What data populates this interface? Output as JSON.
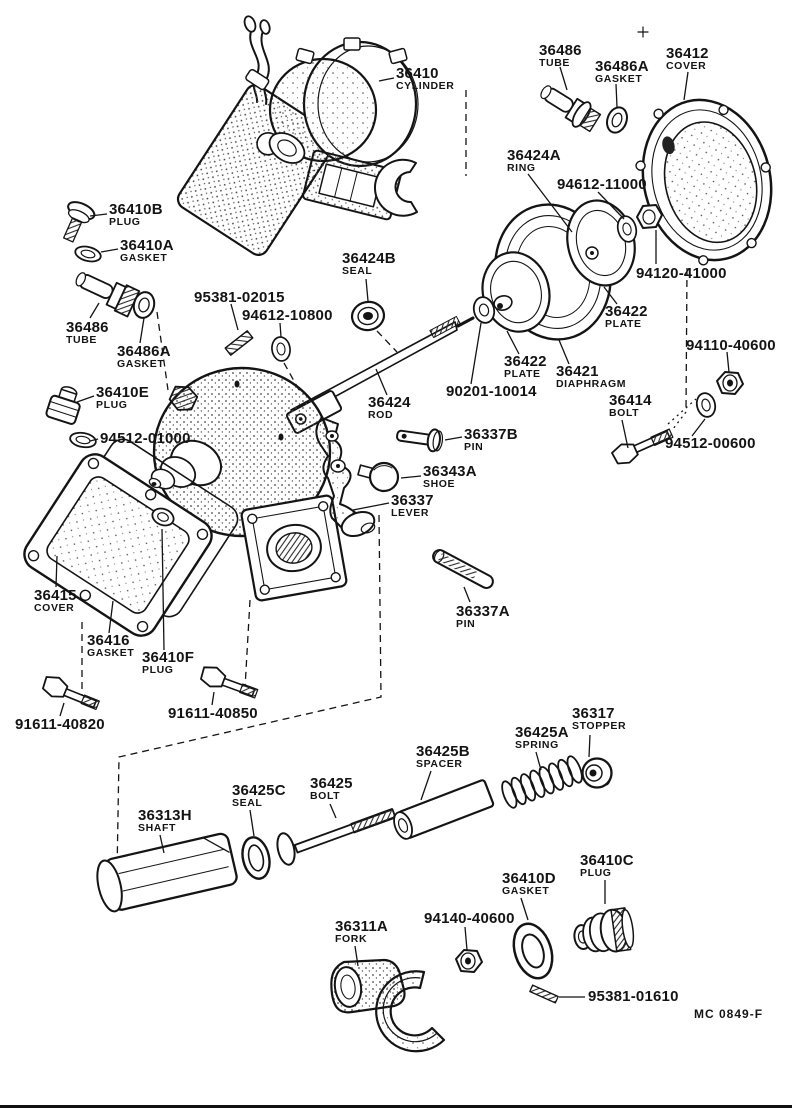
{
  "figure": {
    "code": "MC 0849-F"
  },
  "colors": {
    "ink": "#141414",
    "background": "#ffffff"
  },
  "parts": [
    {
      "part_number": "36410",
      "part_name": "CYLINDER"
    },
    {
      "part_number": "36486",
      "part_name": "TUBE"
    },
    {
      "part_number": "36486A",
      "part_name": "GASKET"
    },
    {
      "part_number": "36412",
      "part_name": "COVER"
    },
    {
      "part_number": "36424A",
      "part_name": "RING"
    },
    {
      "part_number": "94612-11000",
      "part_name": ""
    },
    {
      "part_number": "94120-41000",
      "part_name": ""
    },
    {
      "part_number": "36410B",
      "part_name": "PLUG"
    },
    {
      "part_number": "36410A",
      "part_name": "GASKET"
    },
    {
      "part_number": "36486",
      "part_name": "TUBE"
    },
    {
      "part_number": "36486A",
      "part_name": "GASKET"
    },
    {
      "part_number": "95381-02015",
      "part_name": ""
    },
    {
      "part_number": "94612-10800",
      "part_name": ""
    },
    {
      "part_number": "36424B",
      "part_name": "SEAL"
    },
    {
      "part_number": "36410E",
      "part_name": "PLUG"
    },
    {
      "part_number": "94512-01000",
      "part_name": ""
    },
    {
      "part_number": "36424",
      "part_name": "ROD"
    },
    {
      "part_number": "90201-10014",
      "part_name": ""
    },
    {
      "part_number": "36422",
      "part_name": "PLATE"
    },
    {
      "part_number": "36421",
      "part_name": "DIAPHRAGM"
    },
    {
      "part_number": "36422",
      "part_name": "PLATE"
    },
    {
      "part_number": "94110-40600",
      "part_name": ""
    },
    {
      "part_number": "36414",
      "part_name": "BOLT"
    },
    {
      "part_number": "94512-00600",
      "part_name": ""
    },
    {
      "part_number": "36337B",
      "part_name": "PIN"
    },
    {
      "part_number": "36343A",
      "part_name": "SHOE"
    },
    {
      "part_number": "36337",
      "part_name": "LEVER"
    },
    {
      "part_number": "36337A",
      "part_name": "PIN"
    },
    {
      "part_number": "36415",
      "part_name": "COVER"
    },
    {
      "part_number": "36416",
      "part_name": "GASKET"
    },
    {
      "part_number": "36410F",
      "part_name": "PLUG"
    },
    {
      "part_number": "91611-40820",
      "part_name": ""
    },
    {
      "part_number": "91611-40850",
      "part_name": ""
    },
    {
      "part_number": "36313H",
      "part_name": "SHAFT"
    },
    {
      "part_number": "36425C",
      "part_name": "SEAL"
    },
    {
      "part_number": "36425",
      "part_name": "BOLT"
    },
    {
      "part_number": "36425B",
      "part_name": "SPACER"
    },
    {
      "part_number": "36425A",
      "part_name": "SPRING"
    },
    {
      "part_number": "36317",
      "part_name": "STOPPER"
    },
    {
      "part_number": "36311A",
      "part_name": "FORK"
    },
    {
      "part_number": "94140-40600",
      "part_name": ""
    },
    {
      "part_number": "36410D",
      "part_name": "GASKET"
    },
    {
      "part_number": "36410C",
      "part_name": "PLUG"
    },
    {
      "part_number": "95381-01610",
      "part_name": ""
    }
  ]
}
